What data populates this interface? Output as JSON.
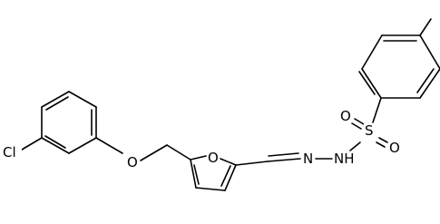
{
  "structure": {
    "atom_labels": {
      "chlorine": "Cl",
      "ether_oxygen": "O",
      "furan_oxygen": "O",
      "imine_nitrogen": "N",
      "hydrazide_nh": "NH",
      "sulfur": "S",
      "sulfonyl_oxygen_top": "O",
      "sulfonyl_oxygen_bottom": "O"
    },
    "colors": {
      "bond": "#000000",
      "label": "#000000",
      "background": "#ffffff"
    }
  }
}
